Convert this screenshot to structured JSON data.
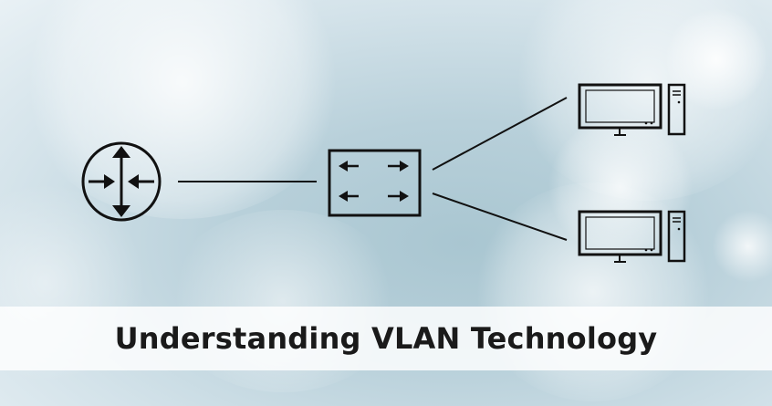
{
  "title": "Understanding VLAN Technology",
  "colors": {
    "background": "#b8d0da",
    "line": "#111111",
    "title_band": "#ffffff",
    "title_text": "#1a1a1a"
  },
  "nodes": [
    {
      "id": "router",
      "icon": "router-icon"
    },
    {
      "id": "switch",
      "icon": "switch-icon"
    },
    {
      "id": "computer-1",
      "icon": "desktop-computer-icon"
    },
    {
      "id": "computer-2",
      "icon": "desktop-computer-icon"
    }
  ],
  "edges": [
    {
      "from": "router",
      "to": "switch"
    },
    {
      "from": "switch",
      "to": "computer-1"
    },
    {
      "from": "switch",
      "to": "computer-2"
    }
  ]
}
